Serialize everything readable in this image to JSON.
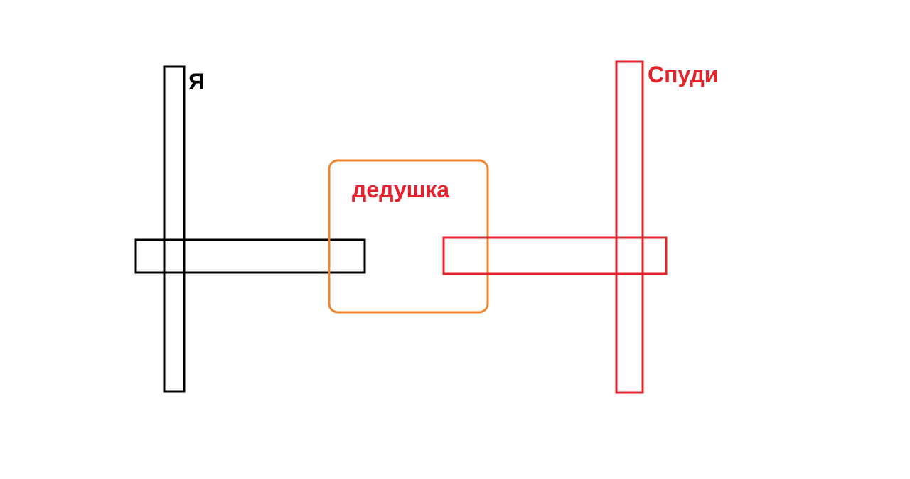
{
  "labels": {
    "me": "Я",
    "grandpa": "дедушка",
    "spudi": "Спуди"
  },
  "colors": {
    "me": "#000000",
    "grandpa_box": "#f0852d",
    "grandpa_text": "#e8212e",
    "spudi": "#e3242b",
    "background": "#ffffff"
  }
}
